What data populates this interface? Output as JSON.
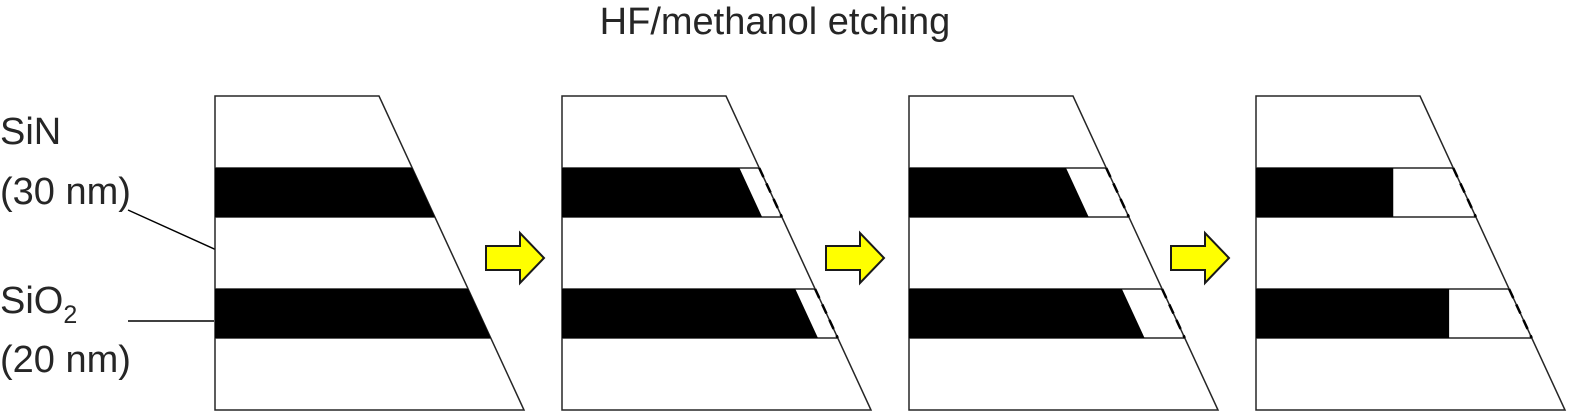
{
  "title": "HF/methanol etching",
  "labels": {
    "sin_name": "SiN",
    "sin_thickness": "(30 nm)",
    "sio2_name_main": "SiO",
    "sio2_name_sub": "2",
    "sio2_thickness": "(20 nm)"
  },
  "stages": [
    {
      "name": "stage-1-initial",
      "recess": 0
    },
    {
      "name": "stage-2-etched",
      "recess": 0.33
    },
    {
      "name": "stage-3-etched",
      "recess": 0.67
    },
    {
      "name": "stage-4-etched",
      "recess": 1.0
    }
  ],
  "arrow_count": 3,
  "colors": {
    "sio2_fill": "#000000",
    "sin_fill": "#ffffff",
    "arrow_fill": "#ffff00",
    "outline": "#262626"
  }
}
